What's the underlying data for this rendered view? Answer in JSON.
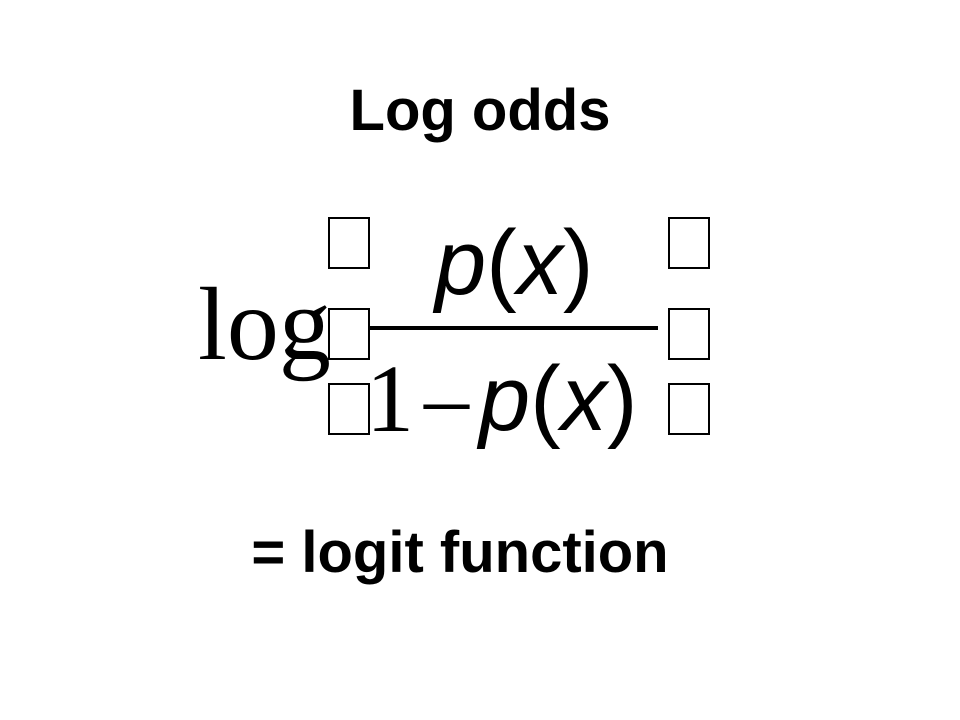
{
  "slide": {
    "title": "Log odds",
    "subtitle": "= logit function"
  },
  "equation": {
    "function_name": "log",
    "numerator": {
      "p": "p",
      "open_paren": "(",
      "x": "x",
      "close_paren": ")"
    },
    "denominator": {
      "one": "1",
      "minus": "–",
      "p": "p",
      "open_paren": "(",
      "x": "x",
      "close_paren": ")"
    },
    "bracket_glyphs": "missing-glyph-box"
  }
}
